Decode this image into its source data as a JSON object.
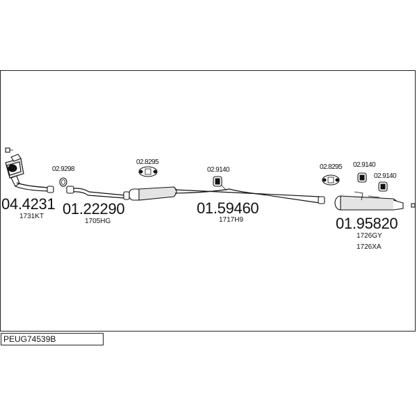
{
  "reference": "PEUG74539B",
  "parts": [
    {
      "part_no": "04.4231",
      "code": "1731KT"
    },
    {
      "part_no": "01.22290",
      "code": "1705HG"
    },
    {
      "part_no": "01.59460",
      "code": "1717H9"
    },
    {
      "part_no": "01.95820",
      "code": "1726GY",
      "code2": "1726XA"
    }
  ],
  "fittings": [
    "02.9298",
    "02.8295",
    "02.9140",
    "02.8295",
    "02.9140",
    "02.9140"
  ],
  "colors": {
    "line": "#111111",
    "shell_fill": "#e4e4e4",
    "background": "#ffffff"
  }
}
